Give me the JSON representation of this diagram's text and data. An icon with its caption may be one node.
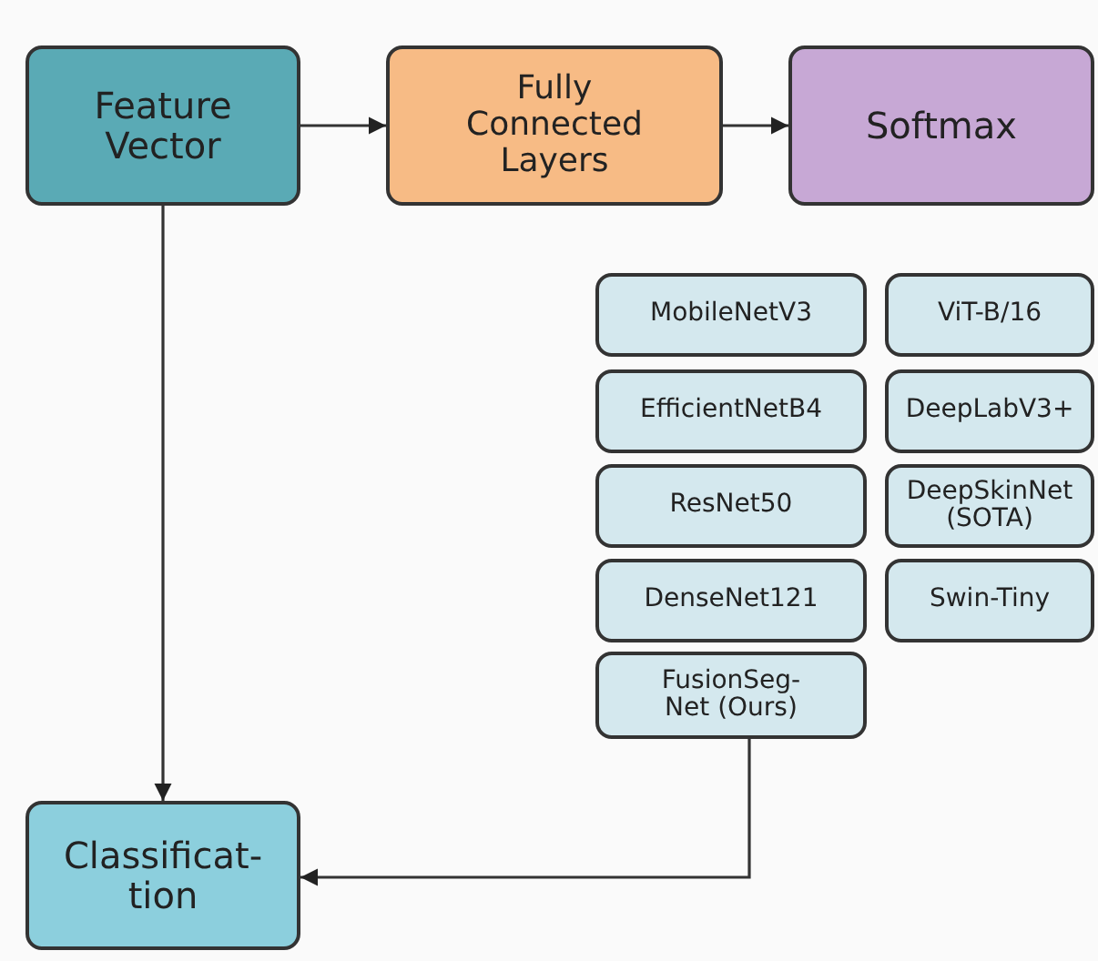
{
  "diagram": {
    "nodes": [
      {
        "text": [
          "Feature Vector"
        ]
      },
      {
        "text": [
          "Fully Connected Layers"
        ]
      },
      {
        "text": [
          "Softmax"
        ]
      },
      {
        "text": [
          "MobileNetV3"
        ]
      },
      {
        "text": [
          "ViT-B/16"
        ]
      },
      {
        "text": [
          "EfficientNetB4"
        ]
      },
      {
        "text": [
          "DeepLabV3+"
        ]
      },
      {
        "text": [
          "ResNet50"
        ]
      },
      {
        "text": [
          "DeepSkinNet (SOTA)"
        ]
      },
      {
        "text": [
          "DenseNet121"
        ]
      },
      {
        "text": [
          "Swin-Tiny"
        ]
      },
      {
        "text": [
          "FusionSeg- Net (Ours)"
        ]
      },
      {
        "text": [
          "Classificat- tion"
        ]
      }
    ],
    "edges": [
      {
        "from": 0,
        "to": 1,
        "arrow": "to"
      },
      {
        "from": 1,
        "to": 2,
        "arrow": "to"
      },
      {
        "from": 0,
        "to": 12,
        "arrow": "to"
      },
      {
        "from": 11,
        "to": 12,
        "arrow": "to"
      }
    ]
  }
}
